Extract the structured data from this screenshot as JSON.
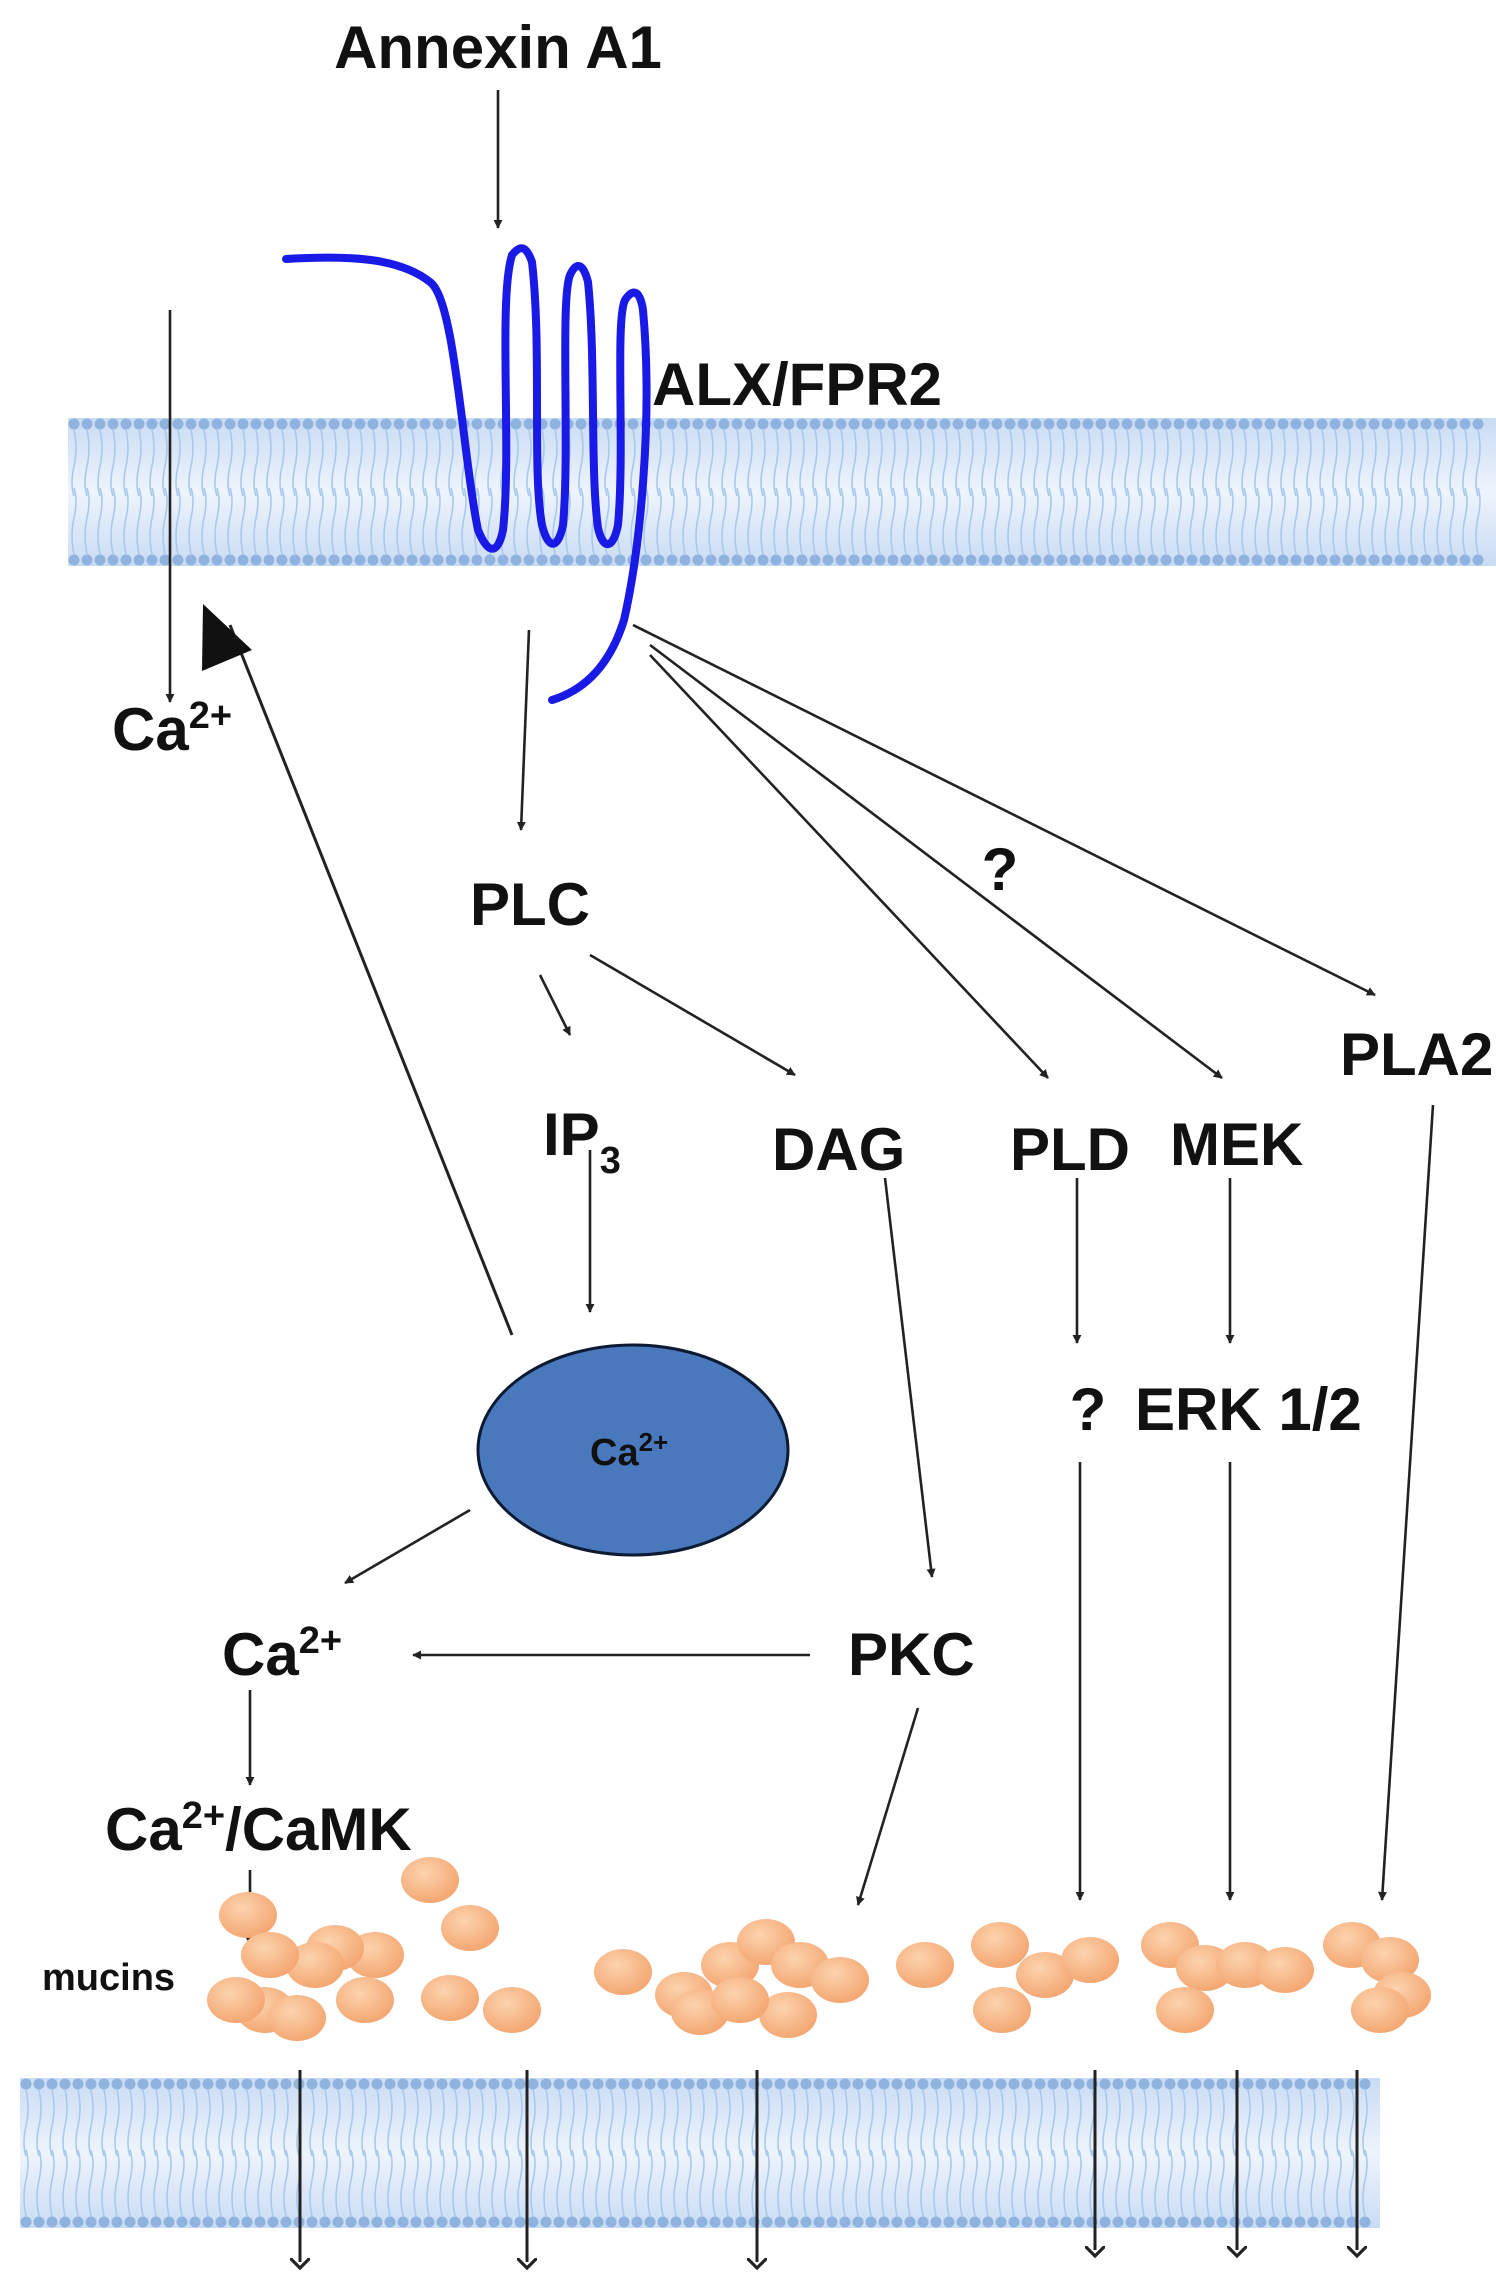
{
  "labels": {
    "ligand": "Annexin A1",
    "receptor": "ALX/FPR2",
    "ca_influx": "Ca",
    "plc": "PLC",
    "ip3": "IP",
    "ip3_sub": "3",
    "dag": "DAG",
    "question_top": "?",
    "pld": "PLD",
    "mek": "MEK",
    "pla2": "PLA2",
    "question_pld": "?",
    "erk": "ERK 1/2",
    "ca_store": "Ca",
    "ca_cytosol": "Ca",
    "pkc": "PKC",
    "camk_prefix": "Ca",
    "camk_suffix": "/CaMK",
    "mucins": "mucins",
    "charge": "2+"
  },
  "colors": {
    "receptor": "#1a1ae6",
    "membrane": "#a9c8ee",
    "membrane_head": "#8fb2de",
    "store_fill": "#4a78bc",
    "store_stroke": "#0d1a33",
    "mucin_fill": "#f6b07d",
    "mucin_highlight": "#fcd3ae",
    "arrow": "#222222"
  }
}
